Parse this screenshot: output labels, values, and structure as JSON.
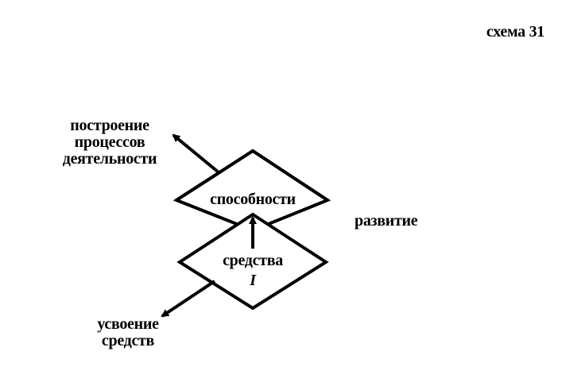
{
  "scheme_label": "схема 31",
  "diagram": {
    "upper_shape_label": "способности",
    "lower_shape_label": "средства",
    "lower_shape_sublabel": "I",
    "side_label": "развитие",
    "top_left_label": [
      "построение",
      "процессов",
      "деятельности"
    ],
    "bottom_left_label": [
      "усвоение",
      "средств"
    ]
  }
}
